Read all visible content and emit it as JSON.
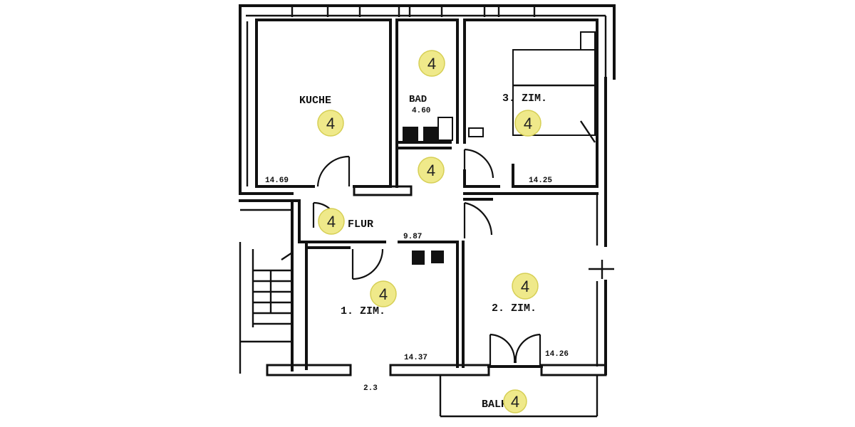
{
  "plan": {
    "rooms": [
      {
        "key": "kueche",
        "label": "KUCHE",
        "area": "14.69",
        "level": "4"
      },
      {
        "key": "bad",
        "label": "BAD",
        "area": "4.60",
        "level": "4"
      },
      {
        "key": "zimmer3",
        "label": "3. ZIM.",
        "area": "14.25",
        "level": "4"
      },
      {
        "key": "flur_inner",
        "label": "",
        "area": "",
        "level": "4"
      },
      {
        "key": "flur",
        "label": "FLUR",
        "area": "9.87",
        "level": "4"
      },
      {
        "key": "zimmer1",
        "label": "1. ZIM.",
        "area": "14.37",
        "level": "4"
      },
      {
        "key": "zimmer2",
        "label": "2. ZIM.",
        "area": "14.26",
        "level": "4"
      },
      {
        "key": "balkon",
        "label": "BALKON.",
        "area": "",
        "level": "4"
      }
    ],
    "marker_color": "#efe98a",
    "dimension_note": "2.3"
  }
}
